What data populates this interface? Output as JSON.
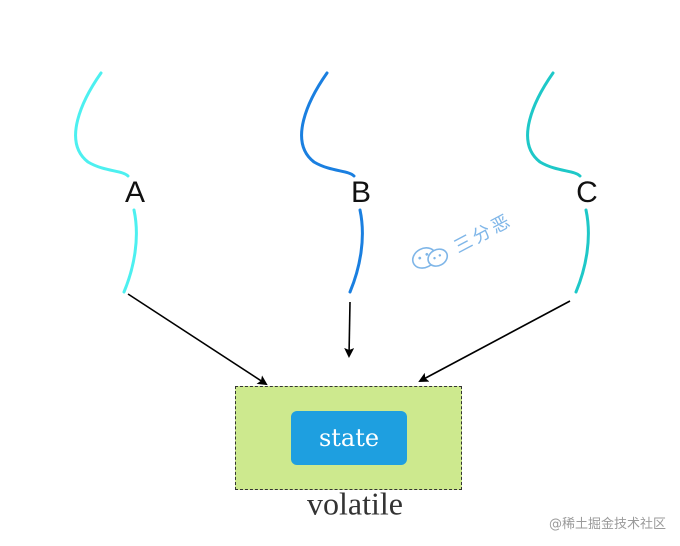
{
  "threads": [
    {
      "label": "A",
      "color": "#4df0f0"
    },
    {
      "label": "B",
      "color": "#1a7fe0"
    },
    {
      "label": "C",
      "color": "#1ec8c8"
    }
  ],
  "shared": {
    "variable_label": "state",
    "modifier_label": "volatile",
    "box_color": "#cde98e",
    "chip_color": "#1e9fe0"
  },
  "watermark": {
    "brand_text": "三分恶",
    "brand_icon": "wechat-icon",
    "footer_text": "@稀土掘金技术社区"
  }
}
